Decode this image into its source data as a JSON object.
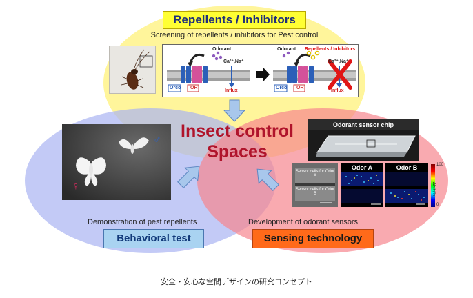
{
  "header": {
    "title": "Repellents / Inhibitors",
    "subtitle": "Screening of repellents / inhibitors for Pest control"
  },
  "mechanism": {
    "odorant_label": "Odorant",
    "ion_label": "Ca²⁺,Na⁺",
    "influx_label": "Influx",
    "orco_label": "Orco",
    "or_label": "OR",
    "repellent_label": "Repellents / Inhibitors"
  },
  "center": {
    "line1": "Insect control",
    "line2": "Spaces"
  },
  "behavioral": {
    "caption": "Demonstration of pest repellents",
    "label": "Behavioral test",
    "male_symbol": "♂",
    "female_symbol": "♀"
  },
  "sensing": {
    "caption": "Development of odorant sensors",
    "label": "Sensing technology",
    "chip_title": "Odorant sensor chip",
    "cells_a": "Sensor cells for Odor A",
    "cells_b": "Sensor cells for Odor B",
    "odor_a": "Odor A",
    "odor_b": "Odor B",
    "scale_max": "100",
    "scale_min": "0",
    "scale_unit": "ΔF/F(%)"
  },
  "caption_jp": "安全・安心な空間デザインの研究コンセプト",
  "colors": {
    "yellow_circle": "#fff27a",
    "blue_circle": "#aab4f2",
    "red_circle": "#f7868e",
    "title_red": "#b0142b",
    "arrow_blue": "#a8c7ec"
  }
}
